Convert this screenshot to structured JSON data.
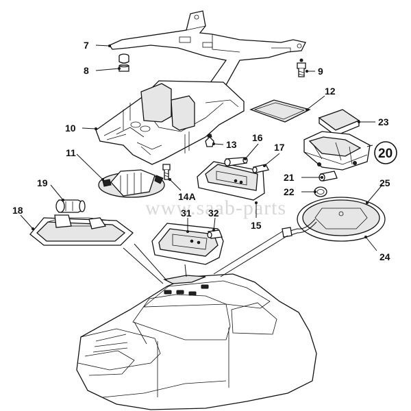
{
  "diagram": {
    "watermark": "www.saab-parts",
    "callouts": [
      {
        "id": "7",
        "label": "7"
      },
      {
        "id": "8",
        "label": "8"
      },
      {
        "id": "9",
        "label": "9"
      },
      {
        "id": "10",
        "label": "10"
      },
      {
        "id": "11",
        "label": "11"
      },
      {
        "id": "12",
        "label": "12"
      },
      {
        "id": "13",
        "label": "13"
      },
      {
        "id": "14A",
        "label": "14A"
      },
      {
        "id": "15",
        "label": "15"
      },
      {
        "id": "16",
        "label": "16"
      },
      {
        "id": "17",
        "label": "17"
      },
      {
        "id": "18",
        "label": "18"
      },
      {
        "id": "19",
        "label": "19"
      },
      {
        "id": "20",
        "label": "20"
      },
      {
        "id": "21",
        "label": "21"
      },
      {
        "id": "22",
        "label": "22"
      },
      {
        "id": "23",
        "label": "23"
      },
      {
        "id": "24",
        "label": "24"
      },
      {
        "id": "25",
        "label": "25"
      },
      {
        "id": "31",
        "label": "31"
      },
      {
        "id": "32",
        "label": "32"
      }
    ]
  }
}
